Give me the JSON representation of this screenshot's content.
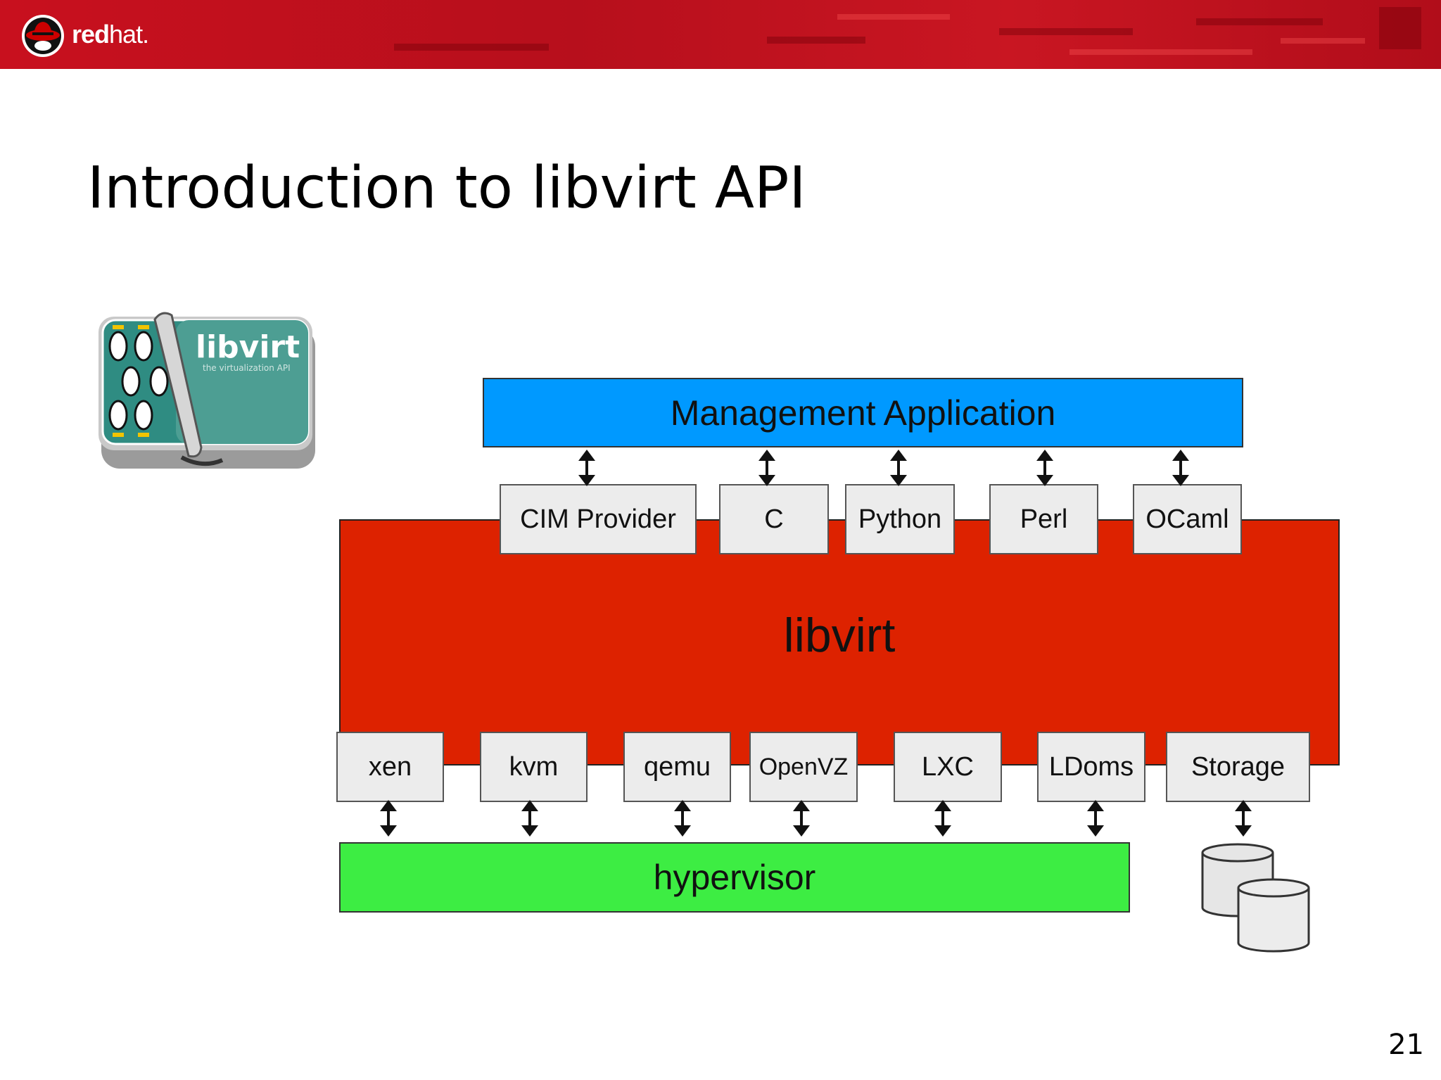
{
  "header": {
    "brand_bold": "red",
    "brand_light": "hat."
  },
  "slide": {
    "title": "Introduction to libvirt API",
    "number": "21"
  },
  "logo": {
    "wordmark": "libvirt",
    "tagline": "the virtualization API"
  },
  "diagram": {
    "management": "Management Application",
    "bindings": [
      "CIM Provider",
      "C",
      "Python",
      "Perl",
      "OCaml"
    ],
    "core": "libvirt",
    "drivers": [
      "xen",
      "kvm",
      "qemu",
      "OpenVZ",
      "LXC",
      "LDoms",
      "Storage"
    ],
    "hypervisor": "hypervisor"
  },
  "colors": {
    "management": "#0099ff",
    "libvirt": "#dd2200",
    "hypervisor": "#3ded43",
    "box": "#ececec",
    "header": "#c8101e"
  }
}
